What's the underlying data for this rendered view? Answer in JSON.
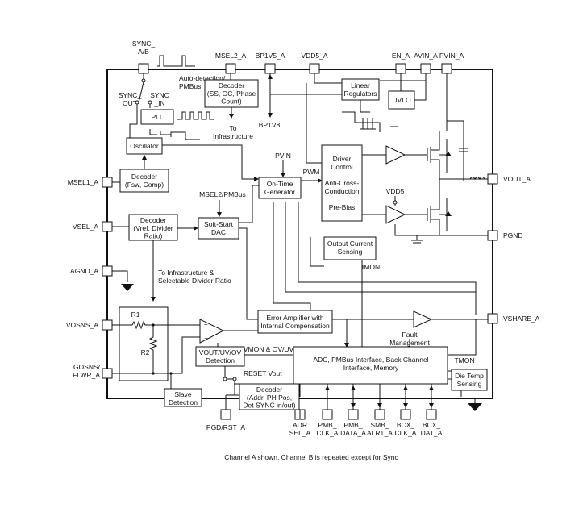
{
  "pins_top": {
    "sync_ab": "SYNC_\nA/B",
    "msel2_a": "MSEL2_A",
    "bp1v5_a": "BP1V5_A",
    "vdd5_a": "VDD5_A",
    "en_a": "EN_A",
    "avin_a": "AVIN_A",
    "pvin_a": "PVIN_A"
  },
  "pins_left": {
    "msel1_a": "MSEL1_A",
    "vsel_a": "VSEL_A",
    "agnd_a": "AGND_A",
    "vosns_a": "VOSNS_A",
    "gosns": "GOSNS/\nFLWR_A"
  },
  "pins_right": {
    "vout_a": "VOUT_A",
    "pgnd": "PGND",
    "vshare_a": "VSHARE_A"
  },
  "pins_bottom": {
    "pgd_rst_a": "PGD/RST_A",
    "adr_sel_a": "ADR\nSEL_A",
    "pmb_clk_a": "PMB_\nCLK_A",
    "pmb_data_a": "PMB_\nDATA_A",
    "smb_alrt_a": "SMB_\nALRT_A",
    "bcx_clk_a": "BCX_\nCLK_A",
    "bcx_dat_a": "BCX_\nDAT_A"
  },
  "blocks": {
    "decoder_top": "Decoder\n(SS, OC, Phase\nCount)",
    "linear_regulators": "Linear\nRegulators",
    "uvlo": "UVLO",
    "pll": "PLL",
    "oscillator": "Oscillator",
    "decoder_fsw": "Decoder\n(Fsw, Comp)",
    "on_time": "On-Time\nGenerator",
    "driver_control": "Driver\nControl",
    "anti_cross": "Anti-Cross-\nConduction",
    "pre_bias": "Pre-Bias",
    "output_current": "Output Current\nSensing",
    "decoder_vref": "Decoder\n(Vref, Divider\nRatio)",
    "soft_start": "Soft-Start\nDAC",
    "error_amp": "Error Amplifier with\nInternal Compensation",
    "vout_detect": "VOUT/UV/OV\nDetection",
    "adc_pmbus": "ADC, PMBus Interface, Back Channel\nInterface,  Memory",
    "die_temp": "Die Temp\nSensing",
    "slave_detect": "Slave\nDetection",
    "decoder_addr": "Decoder\n(Addr, PH Pos,\nDet SYNC in/out)"
  },
  "labels": {
    "auto_detect": "Auto-detection/\nPMBus",
    "sync_out": "SYNC_\nOUT",
    "sync_in": "SYNC\n_IN",
    "to_infra": "To\nInfrastructure",
    "bp1v8": "BP1V8",
    "pvin": "PVIN",
    "pwm": "PWM",
    "vdd5": "VDD5",
    "msel2_pmbus": "MSEL2/PMBus",
    "imon": "IMON",
    "to_infra_divider": "To Infrastructure &\nSelectable Divider Ratio",
    "r1": "R1",
    "r2": "R2",
    "fault_mgmt": "Fault\nManagement",
    "vmon": "VMON & OV/UV",
    "reset_vout": "RESET Vout",
    "tmon": "TMON"
  },
  "caption": "Channel A shown, Channel B is repeated except for Sync"
}
